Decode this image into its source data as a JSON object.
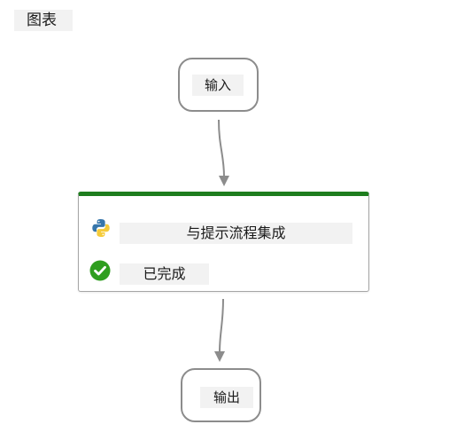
{
  "header": {
    "title": "图表"
  },
  "flow": {
    "input_node": {
      "label": "输入"
    },
    "task_node": {
      "name": "与提示流程集成",
      "status": "已完成",
      "icon": "python-icon",
      "status_icon": "check-circle-icon",
      "accent_color": "#1e7d1e"
    },
    "output_node": {
      "label": "输出"
    },
    "connector_color": "#8c8c8c"
  }
}
